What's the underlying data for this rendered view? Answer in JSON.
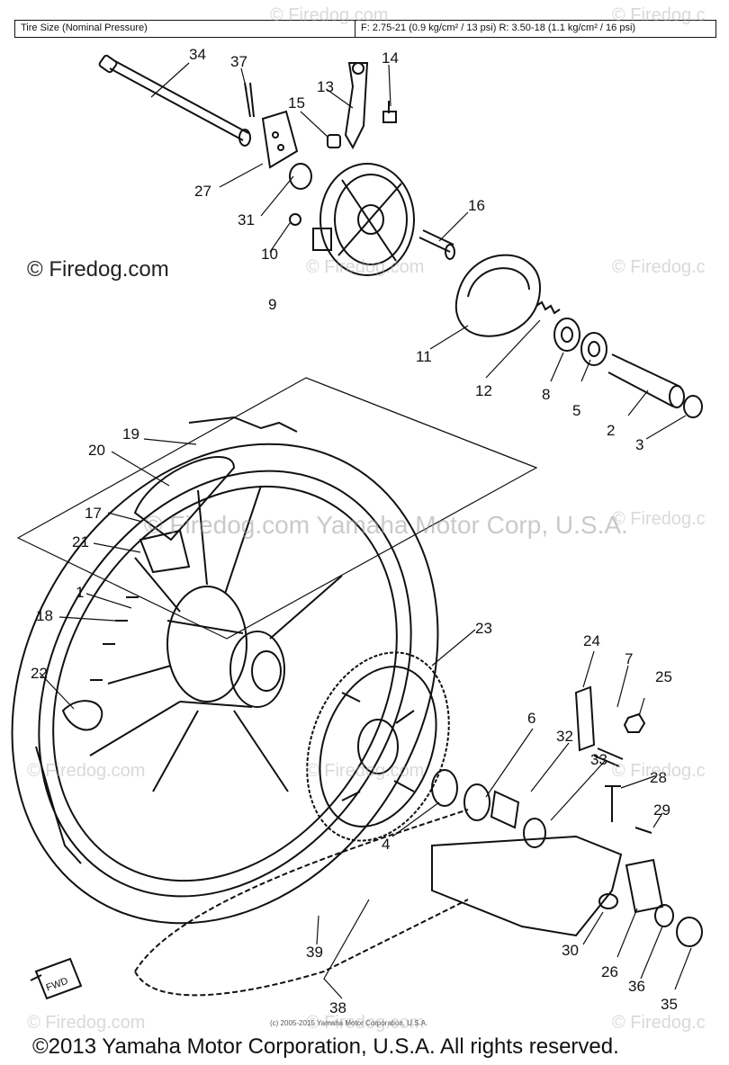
{
  "header": {
    "tire_size_label": "Tire Size (Nominal Pressure)",
    "tire_spec": "F: 2.75-21 (0.9 kg/cm² / 13 psi)   R: 3.50-18 (1.1 kg/cm² / 16 psi)"
  },
  "watermarks": {
    "firedog": "© Firedog.com",
    "firedog_short": "© Firedog.c",
    "yamaha_mid": "© Firedog.com Yamaha Motor Corp, U.S.A.",
    "tiny_copyright": "(c) 2005-2015 Yamaha Motor Corporation, U.S.A."
  },
  "footer": {
    "copyright": "©2013 Yamaha Motor Corporation, U.S.A. All rights reserved."
  },
  "callouts": [
    "34",
    "37",
    "14",
    "13",
    "15",
    "27",
    "31",
    "16",
    "10",
    "9",
    "11",
    "12",
    "8",
    "5",
    "2",
    "3",
    "19",
    "20",
    "17",
    "21",
    "1",
    "18",
    "22",
    "23",
    "24",
    "7",
    "25",
    "6",
    "32",
    "33",
    "28",
    "29",
    "4",
    "30",
    "26",
    "36",
    "35",
    "39",
    "38",
    "FWD"
  ]
}
